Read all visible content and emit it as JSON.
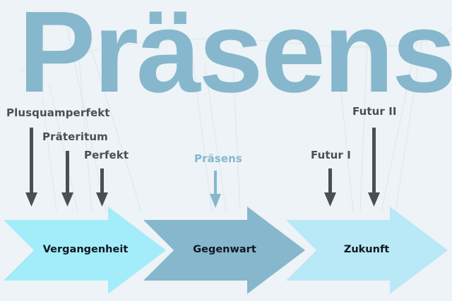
{
  "title": "Präsens",
  "colors": {
    "background": "#edf3f6",
    "title": "#86b7cd",
    "tense_label": "#4a4f55",
    "tense_arrow": "#4a4f55",
    "present_label": "#86b7cd",
    "present_arrow": "#86b7cd",
    "past_chevron": "#a3ecfa",
    "present_chevron": "#86b7cd",
    "future_chevron": "#b9e8f7",
    "phase_text": "#11171d"
  },
  "tenses": [
    {
      "label": "Plusquamperfekt",
      "phase": "Vergangenheit"
    },
    {
      "label": "Präteritum",
      "phase": "Vergangenheit"
    },
    {
      "label": "Perfekt",
      "phase": "Vergangenheit"
    },
    {
      "label": "Präsens",
      "phase": "Gegenwart"
    },
    {
      "label": "Futur I",
      "phase": "Zukunft"
    },
    {
      "label": "Futur II",
      "phase": "Zukunft"
    }
  ],
  "phases": [
    {
      "label": "Vergangenheit"
    },
    {
      "label": "Gegenwart"
    },
    {
      "label": "Zukunft"
    }
  ]
}
